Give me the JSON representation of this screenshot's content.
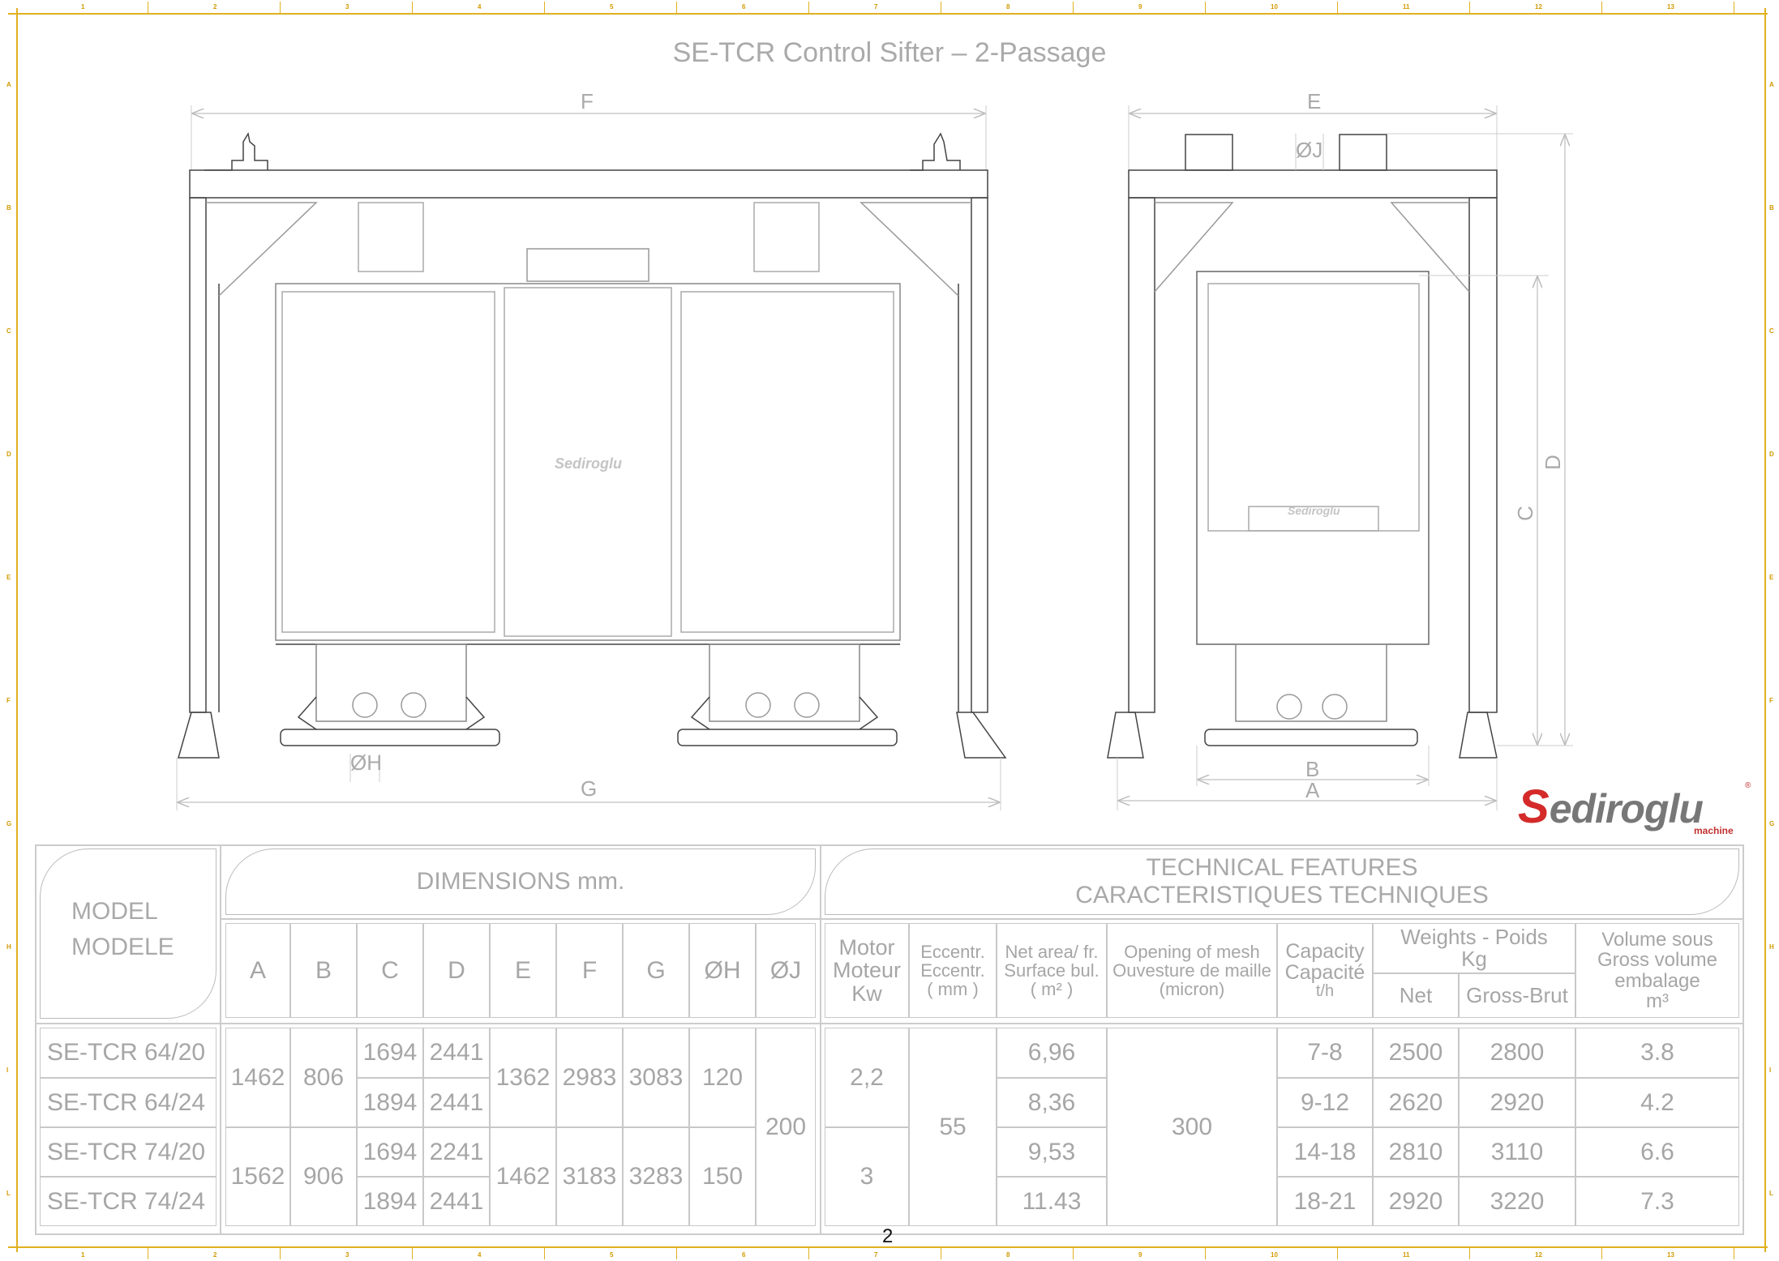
{
  "document": {
    "title": "SE-TCR Control Sifter – 2-Passage",
    "page_number": "2",
    "brand": {
      "logo_initial": "S",
      "logo_rest": "ediroglu",
      "logo_sub": "machine",
      "logo_reg": "®",
      "accent_color": "#d42a2a",
      "gray_color": "#777777"
    }
  },
  "frame": {
    "color": "#e0b020",
    "top_ruler_labels": [
      "1",
      "2",
      "3",
      "4",
      "5",
      "6",
      "7",
      "8",
      "9",
      "10",
      "11",
      "12",
      "13"
    ],
    "side_ruler_labels": [
      "A",
      "B",
      "C",
      "D",
      "E",
      "F",
      "G",
      "H",
      "I",
      "L"
    ]
  },
  "drawing": {
    "front_view": {
      "dim_top": "F",
      "dim_bottom": "G",
      "dim_outlet": "ØH",
      "plate_text": "Sediroglu"
    },
    "side_view": {
      "dim_top": "E",
      "dim_inlet": "ØJ",
      "dim_height_c": "C",
      "dim_height_d": "D",
      "dim_width_b": "B",
      "dim_width_a": "A",
      "plate_text": "Sediroglu"
    }
  },
  "table": {
    "model_header": [
      "MODEL",
      "MODELE"
    ],
    "dimensions_header": "DIMENSIONS mm.",
    "dimension_columns": [
      "A",
      "B",
      "C",
      "D",
      "E",
      "F",
      "G",
      "ØH",
      "ØJ"
    ],
    "technical_header": [
      "TECHNICAL FEATURES",
      "CARACTERISTIQUES TECHNIQUES"
    ],
    "tech_columns": {
      "motor": [
        "Motor",
        "Moteur",
        "Kw"
      ],
      "eccentr": [
        "Eccentr.",
        "Eccentr.",
        "( mm )"
      ],
      "net_area": [
        "Net area/ fr.",
        "Surface bul.",
        "( m² )"
      ],
      "mesh": [
        "Opening of mesh",
        "Ouvesture de maille",
        "(micron)"
      ],
      "capacity": [
        "Capacity",
        "Capacité",
        "t/h"
      ],
      "weights": [
        "Weights - Poids",
        "Kg"
      ],
      "weights_net": "Net",
      "weights_gross": "Gross-Brut",
      "volume": [
        "Volume sous",
        "Gross volume",
        "embalage",
        "m³"
      ]
    },
    "models": [
      "SE-TCR 64/20",
      "SE-TCR 64/24",
      "SE-TCR 74/20",
      "SE-TCR 74/24"
    ],
    "dims": {
      "A": [
        "1462",
        "1562"
      ],
      "B": [
        "806",
        "906"
      ],
      "C": [
        "1694",
        "1894",
        "1694",
        "1894"
      ],
      "D": [
        "2441",
        "2441",
        "2241",
        "2441"
      ],
      "E": [
        "1362",
        "1462"
      ],
      "F": [
        "2983",
        "3183"
      ],
      "G": [
        "3083",
        "3283"
      ],
      "H": [
        "120",
        "150"
      ],
      "J": "200"
    },
    "tech": {
      "motor": [
        "2,2",
        "3"
      ],
      "eccentr": "55",
      "net_area": [
        "6,96",
        "8,36",
        "9,53",
        "11.43"
      ],
      "mesh": "300",
      "capacity": [
        "7-8",
        "9-12",
        "14-18",
        "18-21"
      ],
      "net": [
        "2500",
        "2620",
        "2810",
        "2920"
      ],
      "gross": [
        "2800",
        "2920",
        "3110",
        "3220"
      ],
      "volume": [
        "3.8",
        "4.2",
        "6.6",
        "7.3"
      ]
    }
  }
}
